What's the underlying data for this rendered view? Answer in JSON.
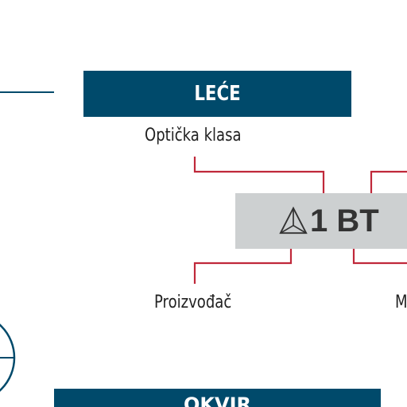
{
  "banners": {
    "top": "LEĆE",
    "bottom": "OKVIR"
  },
  "labels": {
    "optical_class": "Optička klasa",
    "manufacturer": "Proizvođač",
    "partial_right": "M"
  },
  "code": {
    "icon": "triangle-mark-icon",
    "text": "1 BT"
  },
  "colors": {
    "banner": "#004a6b",
    "connector": "#c0283a",
    "code_box": "#cdd0d1",
    "globe_outline": "#004a6b"
  }
}
